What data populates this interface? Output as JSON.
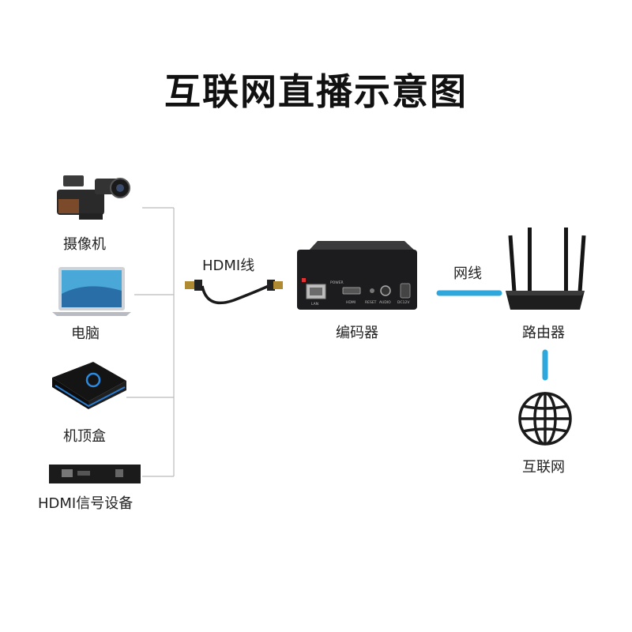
{
  "title": "互联网直播示意图",
  "sources": [
    {
      "label": "摄像机",
      "icon": "video-camera-icon"
    },
    {
      "label": "电脑",
      "icon": "laptop-icon"
    },
    {
      "label": "机顶盒",
      "icon": "set-top-box-icon"
    },
    {
      "label": "HDMI信号设备",
      "icon": "hdmi-device-icon"
    }
  ],
  "links": {
    "hdmi_cable": "HDMI线",
    "network_cable": "网线"
  },
  "nodes": {
    "encoder": "编码器",
    "router": "路由器",
    "internet": "互联网"
  },
  "encoder_panel": {
    "port_labels": [
      "POWER",
      "LAN",
      "HDMI",
      "RESET",
      "AUDIO",
      "DC12V"
    ]
  },
  "colors": {
    "network_link": "#2ea8dc",
    "connector_line": "#bbbbbb",
    "device_dark": "#1c1c1e"
  }
}
